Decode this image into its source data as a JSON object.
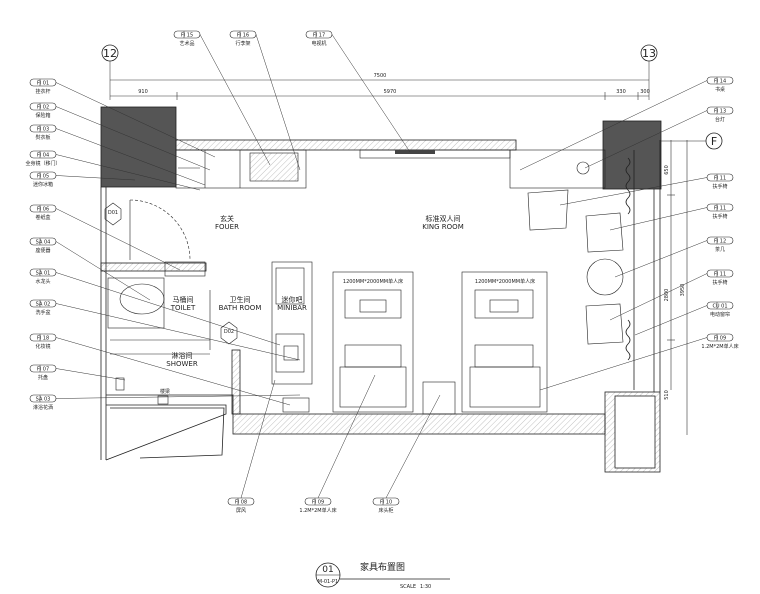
{
  "grid_axes": [
    "12",
    "13",
    "F"
  ],
  "dimensions": {
    "overall": "7500",
    "left_offset": "910",
    "inner": "5970",
    "right_a": "330",
    "right_b": "300",
    "vertical_a": "650",
    "vertical_b": "2800",
    "vertical_c": "3950",
    "vertical_d": "510"
  },
  "rooms": {
    "foyer_cn": "玄关",
    "foyer_en": "FOUER",
    "king_cn": "标准双人间",
    "king_en": "KING ROOM",
    "toilet_cn": "马桶间",
    "toilet_en": "TOILET",
    "bath_cn": "卫生间",
    "bath_en": "BATH ROOM",
    "minibar_cn": "迷你吧",
    "minibar_en": "MINIBAR",
    "shower_cn": "淋浴间",
    "shower_en": "SHOWER"
  },
  "beds": [
    "1200MM*2000MM单人床",
    "1200MM*2000MM单人床"
  ],
  "doors": [
    "D01",
    "D02"
  ],
  "small_labels": {
    "lintel": "楼梁"
  },
  "left_tags": [
    {
      "code": "FI 01",
      "label": "挂衣杆"
    },
    {
      "code": "FI 02",
      "label": "保险箱"
    },
    {
      "code": "FI 03",
      "label": "熨衣板"
    },
    {
      "code": "FI 04",
      "label": "全身镜（移门）"
    },
    {
      "code": "FI 05",
      "label": "迷你冰箱"
    },
    {
      "code": "FI 06",
      "label": "卷纸盒"
    },
    {
      "code": "SA 04",
      "label": "座便器"
    },
    {
      "code": "SA 01",
      "label": "水龙头"
    },
    {
      "code": "SA 02",
      "label": "洗手盆"
    },
    {
      "code": "FI 18",
      "label": "化妆镜"
    },
    {
      "code": "FI 07",
      "label": "托盘"
    },
    {
      "code": "SA 03",
      "label": "淋浴花洒"
    }
  ],
  "top_tags": [
    {
      "code": "FI 15",
      "label": "艺术品"
    },
    {
      "code": "FI 16",
      "label": "行李架"
    },
    {
      "code": "FI 17",
      "label": "电视机"
    }
  ],
  "right_tags": [
    {
      "code": "FI 14",
      "label": "书桌"
    },
    {
      "code": "FI 13",
      "label": "台灯"
    },
    {
      "code": "FI 11",
      "label": "扶手椅"
    },
    {
      "code": "FI 11",
      "label": "扶手椅"
    },
    {
      "code": "FI 12",
      "label": "茶几"
    },
    {
      "code": "FI 11",
      "label": "扶手椅"
    },
    {
      "code": "CU 01",
      "label": "电动窗帘"
    },
    {
      "code": "FI 09",
      "label": "1.2M*2M单人床"
    }
  ],
  "bottom_tags": [
    {
      "code": "FI 08",
      "label": "屏风"
    },
    {
      "code": "FI 09",
      "label": "1.2M*2M单人床"
    },
    {
      "code": "FI 10",
      "label": "床头柜"
    }
  ],
  "title": {
    "number": "01",
    "sub": "M-01-P1",
    "name": "家具布置图",
    "scale_label": "SCALE",
    "scale_value": "1:30"
  }
}
